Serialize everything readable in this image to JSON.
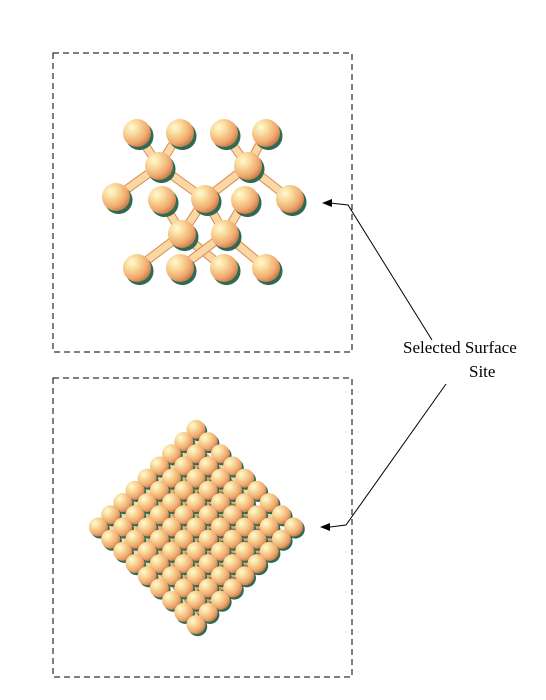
{
  "annotation": {
    "line1": "Selected Surface",
    "line2": "Site"
  },
  "colors": {
    "atom_light": "#fff7b0",
    "atom_mid": "#f6c07a",
    "atom_dark": "#d98a55",
    "atom_shadow": "#2f6b52",
    "bond": "#f2b679",
    "frame": "#000000"
  },
  "panels": [
    {
      "name": "top-crystal-panel",
      "view": "lattice-top"
    },
    {
      "name": "bottom-crystal-panel",
      "view": "lattice-cluster"
    }
  ]
}
